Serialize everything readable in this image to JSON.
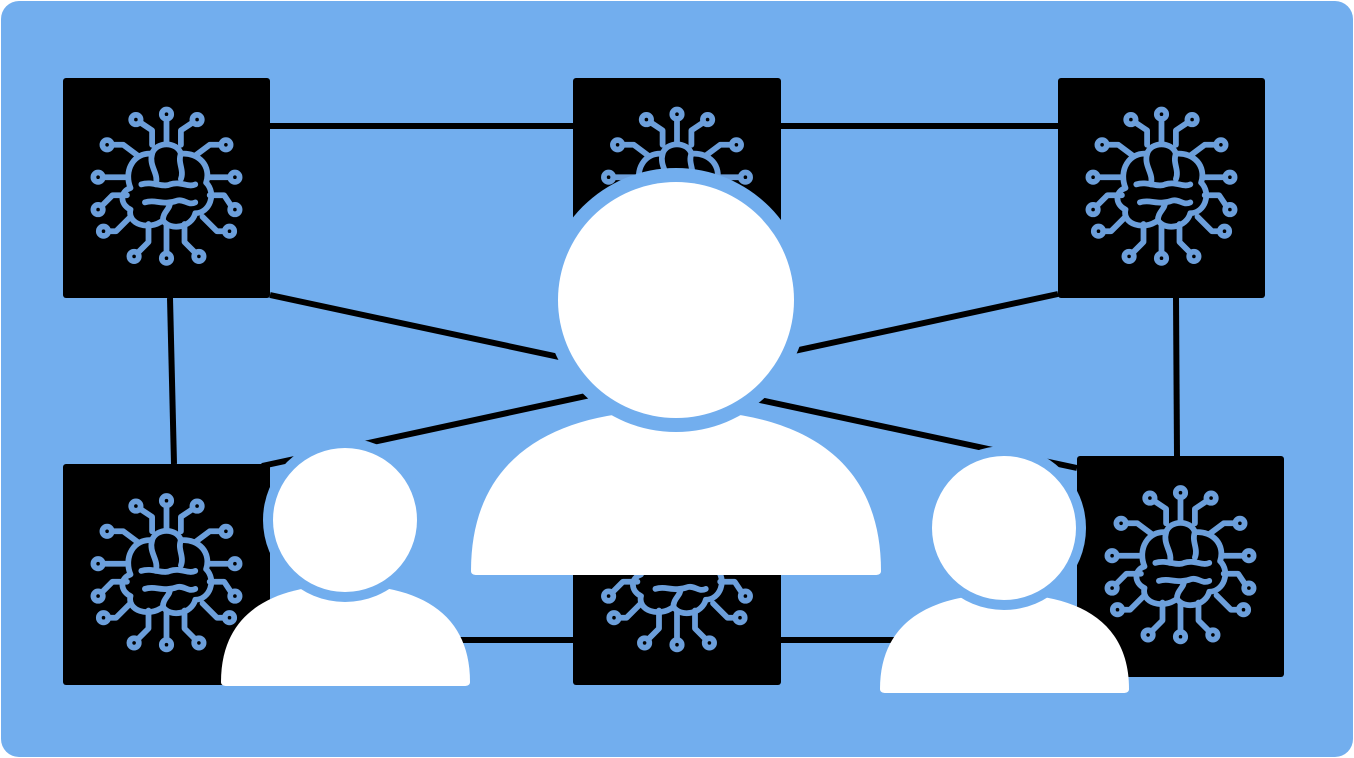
{
  "diagram": {
    "colors": {
      "background": "#72aeee",
      "node_fill": "#000000",
      "icon_stroke": "#6c9fdb",
      "connector": "#000000",
      "person": "#ffffff"
    },
    "nodes": [
      {
        "id": "node-top-left",
        "icon": "brain-circuit-icon"
      },
      {
        "id": "node-top-center",
        "icon": "brain-circuit-icon"
      },
      {
        "id": "node-top-right",
        "icon": "brain-circuit-icon"
      },
      {
        "id": "node-bottom-left",
        "icon": "brain-circuit-icon"
      },
      {
        "id": "node-bottom-center",
        "icon": "brain-circuit-icon"
      },
      {
        "id": "node-bottom-right",
        "icon": "brain-circuit-icon"
      }
    ],
    "connections": [
      [
        "node-top-left",
        "node-top-center"
      ],
      [
        "node-top-center",
        "node-top-right"
      ],
      [
        "node-top-left",
        "node-bottom-left"
      ],
      [
        "node-top-right",
        "node-bottom-right"
      ],
      [
        "node-bottom-left",
        "node-bottom-center"
      ],
      [
        "node-bottom-center",
        "node-bottom-right"
      ],
      [
        "node-top-left",
        "node-bottom-right"
      ],
      [
        "node-top-right",
        "node-bottom-left"
      ]
    ],
    "people": [
      {
        "id": "person-center",
        "icon": "person-icon"
      },
      {
        "id": "person-left",
        "icon": "person-icon"
      },
      {
        "id": "person-right",
        "icon": "person-icon"
      }
    ]
  }
}
